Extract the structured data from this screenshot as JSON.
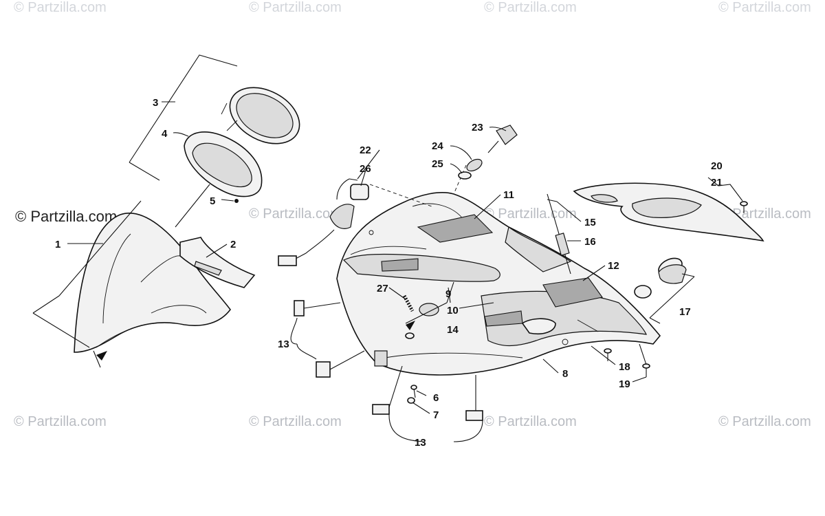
{
  "watermarks": {
    "brand": "© Partzilla.com"
  },
  "callouts": {
    "c1": "1",
    "c2": "2",
    "c3": "3",
    "c4": "4",
    "c5": "5",
    "c6": "6",
    "c7": "7",
    "c8": "8",
    "c9": "9",
    "c10": "10",
    "c11": "11",
    "c12": "12",
    "c13": "13",
    "c14": "14",
    "c15": "15",
    "c16": "16",
    "c17": "17",
    "c18": "18",
    "c19": "19",
    "c20": "20",
    "c21": "21",
    "c22": "22",
    "c23": "23",
    "c24": "24",
    "c25": "25",
    "c26": "26",
    "c27": "27"
  },
  "colors": {
    "line": "#111111",
    "watermark": "#b9bcc2",
    "background": "#ffffff"
  }
}
